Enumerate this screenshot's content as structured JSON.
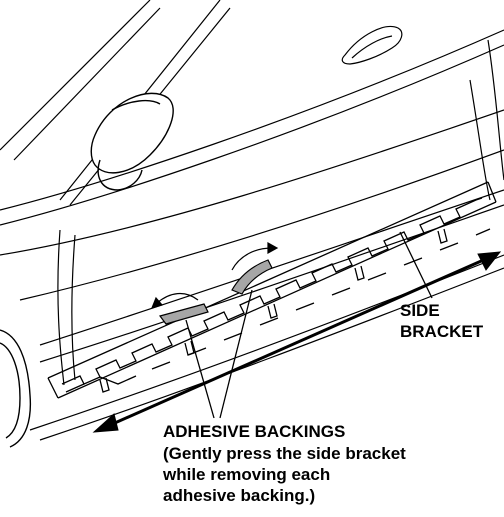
{
  "labels": {
    "side_bracket_line1": "SIDE",
    "side_bracket_line2": "BRACKET",
    "adhesive_title": "ADHESIVE BACKINGS",
    "adhesive_note_line1": "(Gently press the side bracket",
    "adhesive_note_line2": "while removing each",
    "adhesive_note_line3": "adhesive backing.)"
  },
  "colors": {
    "line": "#000000",
    "backing_fill": "#a6a6a6",
    "background": "#ffffff"
  }
}
